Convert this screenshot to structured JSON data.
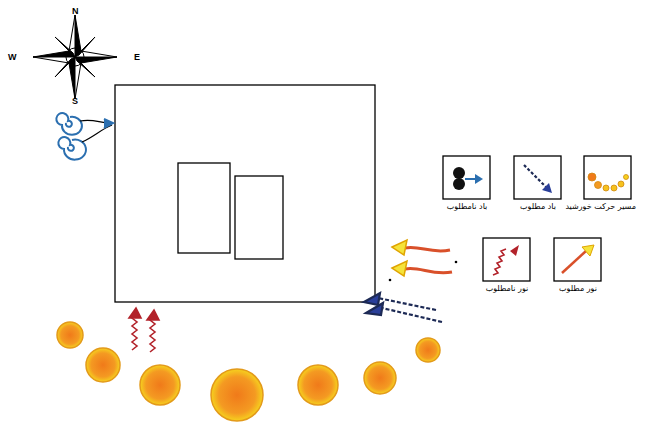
{
  "diagram": {
    "labels": [
      "N",
      "W",
      "E",
      "S"
    ],
    "legend": [
      {
        "text": "باد نامطلوب"
      },
      {
        "text": "باد مطلوب"
      },
      {
        "text": "مسیر حرکت خورشید"
      },
      {
        "text": "نور نامطلوب"
      },
      {
        "text": "نور مطلوب"
      }
    ]
  }
}
